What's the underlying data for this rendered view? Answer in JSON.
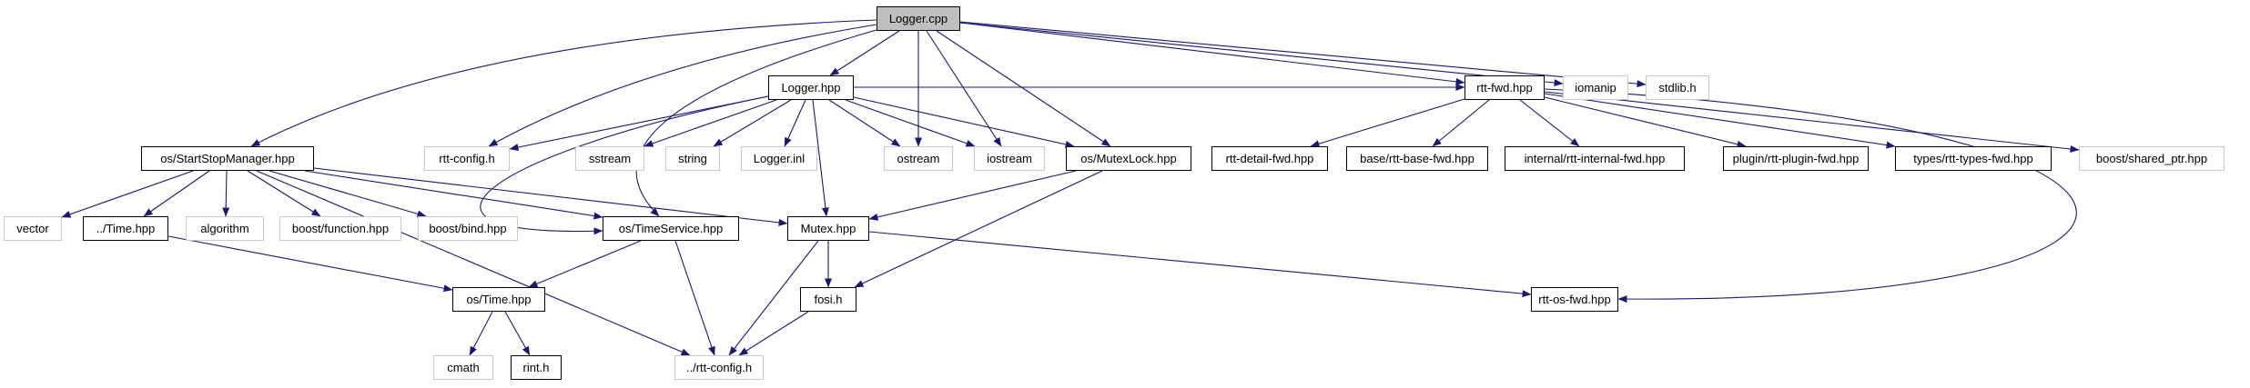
{
  "diagram": {
    "title": "Logger.cpp include dependency graph",
    "type": "doxygen-include-graph",
    "root": "Logger.cpp",
    "colors": {
      "edge": "#191970",
      "root_fill": "#bfbfbf",
      "linked_border": "#000000",
      "external_border": "#c9c9c9",
      "node_fill": "#ffffff",
      "text": "#000000"
    },
    "nodes": [
      {
        "id": "logger_cpp",
        "label": "Logger.cpp",
        "kind": "root"
      },
      {
        "id": "logger_hpp",
        "label": "Logger.hpp",
        "kind": "linked"
      },
      {
        "id": "rtt_fwd",
        "label": "rtt-fwd.hpp",
        "kind": "linked"
      },
      {
        "id": "iomanip",
        "label": "iomanip",
        "kind": "external"
      },
      {
        "id": "stdlib_h",
        "label": "stdlib.h",
        "kind": "external"
      },
      {
        "id": "ssm",
        "label": "os/StartStopManager.hpp",
        "kind": "linked"
      },
      {
        "id": "rtt_config",
        "label": "rtt-config.h",
        "kind": "external"
      },
      {
        "id": "sstream",
        "label": "sstream",
        "kind": "external"
      },
      {
        "id": "string",
        "label": "string",
        "kind": "external"
      },
      {
        "id": "logger_inl",
        "label": "Logger.inl",
        "kind": "external"
      },
      {
        "id": "ostream",
        "label": "ostream",
        "kind": "external"
      },
      {
        "id": "iostream",
        "label": "iostream",
        "kind": "external"
      },
      {
        "id": "mutexlock",
        "label": "os/MutexLock.hpp",
        "kind": "linked"
      },
      {
        "id": "detail_fwd",
        "label": "rtt-detail-fwd.hpp",
        "kind": "linked"
      },
      {
        "id": "base_fwd",
        "label": "base/rtt-base-fwd.hpp",
        "kind": "linked"
      },
      {
        "id": "internal_fwd",
        "label": "internal/rtt-internal-fwd.hpp",
        "kind": "linked"
      },
      {
        "id": "plugin_fwd",
        "label": "plugin/rtt-plugin-fwd.hpp",
        "kind": "linked"
      },
      {
        "id": "types_fwd",
        "label": "types/rtt-types-fwd.hpp",
        "kind": "linked"
      },
      {
        "id": "shared_ptr",
        "label": "boost/shared_ptr.hpp",
        "kind": "external"
      },
      {
        "id": "vector",
        "label": "vector",
        "kind": "external"
      },
      {
        "id": "time_hpp",
        "label": "../Time.hpp",
        "kind": "linked"
      },
      {
        "id": "algorithm",
        "label": "algorithm",
        "kind": "external"
      },
      {
        "id": "boost_function",
        "label": "boost/function.hpp",
        "kind": "external"
      },
      {
        "id": "boost_bind",
        "label": "boost/bind.hpp",
        "kind": "external"
      },
      {
        "id": "timeservice",
        "label": "os/TimeService.hpp",
        "kind": "linked"
      },
      {
        "id": "mutex",
        "label": "Mutex.hpp",
        "kind": "linked"
      },
      {
        "id": "os_time",
        "label": "os/Time.hpp",
        "kind": "linked"
      },
      {
        "id": "fosi_h",
        "label": "fosi.h",
        "kind": "linked"
      },
      {
        "id": "rtt_os_fwd",
        "label": "rtt-os-fwd.hpp",
        "kind": "linked"
      },
      {
        "id": "cmath",
        "label": "cmath",
        "kind": "external"
      },
      {
        "id": "rint_h",
        "label": "rint.h",
        "kind": "linked"
      },
      {
        "id": "rtt_config2",
        "label": "../rtt-config.h",
        "kind": "external"
      }
    ],
    "edges": [
      {
        "from": "logger_cpp",
        "to": "logger_hpp"
      },
      {
        "from": "logger_cpp",
        "to": "rtt_config"
      },
      {
        "from": "logger_cpp",
        "to": "ssm"
      },
      {
        "from": "logger_cpp",
        "to": "timeservice"
      },
      {
        "from": "logger_cpp",
        "to": "ostream"
      },
      {
        "from": "logger_cpp",
        "to": "iostream"
      },
      {
        "from": "logger_cpp",
        "to": "mutexlock"
      },
      {
        "from": "logger_cpp",
        "to": "rtt_fwd"
      },
      {
        "from": "logger_cpp",
        "to": "iomanip"
      },
      {
        "from": "logger_cpp",
        "to": "stdlib_h"
      },
      {
        "from": "logger_hpp",
        "to": "rtt_config"
      },
      {
        "from": "logger_hpp",
        "to": "sstream"
      },
      {
        "from": "logger_hpp",
        "to": "string"
      },
      {
        "from": "logger_hpp",
        "to": "logger_inl"
      },
      {
        "from": "logger_hpp",
        "to": "ostream"
      },
      {
        "from": "logger_hpp",
        "to": "iostream"
      },
      {
        "from": "logger_hpp",
        "to": "mutexlock"
      },
      {
        "from": "logger_hpp",
        "to": "mutex"
      },
      {
        "from": "logger_hpp",
        "to": "timeservice"
      },
      {
        "from": "logger_hpp",
        "to": "rtt_fwd"
      },
      {
        "from": "ssm",
        "to": "vector"
      },
      {
        "from": "ssm",
        "to": "time_hpp"
      },
      {
        "from": "ssm",
        "to": "algorithm"
      },
      {
        "from": "ssm",
        "to": "boost_function"
      },
      {
        "from": "ssm",
        "to": "boost_bind"
      },
      {
        "from": "ssm",
        "to": "timeservice"
      },
      {
        "from": "ssm",
        "to": "mutex"
      },
      {
        "from": "ssm",
        "to": "rtt_config2"
      },
      {
        "from": "time_hpp",
        "to": "os_time"
      },
      {
        "from": "timeservice",
        "to": "os_time"
      },
      {
        "from": "timeservice",
        "to": "rtt_config2"
      },
      {
        "from": "mutex",
        "to": "fosi_h"
      },
      {
        "from": "mutex",
        "to": "rtt_os_fwd"
      },
      {
        "from": "mutex",
        "to": "rtt_config2"
      },
      {
        "from": "mutexlock",
        "to": "mutex"
      },
      {
        "from": "mutexlock",
        "to": "fosi_h"
      },
      {
        "from": "fosi_h",
        "to": "rtt_config2"
      },
      {
        "from": "os_time",
        "to": "cmath"
      },
      {
        "from": "os_time",
        "to": "rint_h"
      },
      {
        "from": "rtt_fwd",
        "to": "detail_fwd"
      },
      {
        "from": "rtt_fwd",
        "to": "base_fwd"
      },
      {
        "from": "rtt_fwd",
        "to": "internal_fwd"
      },
      {
        "from": "rtt_fwd",
        "to": "plugin_fwd"
      },
      {
        "from": "rtt_fwd",
        "to": "types_fwd"
      },
      {
        "from": "rtt_fwd",
        "to": "shared_ptr"
      },
      {
        "from": "rtt_fwd",
        "to": "rtt_os_fwd"
      }
    ]
  }
}
